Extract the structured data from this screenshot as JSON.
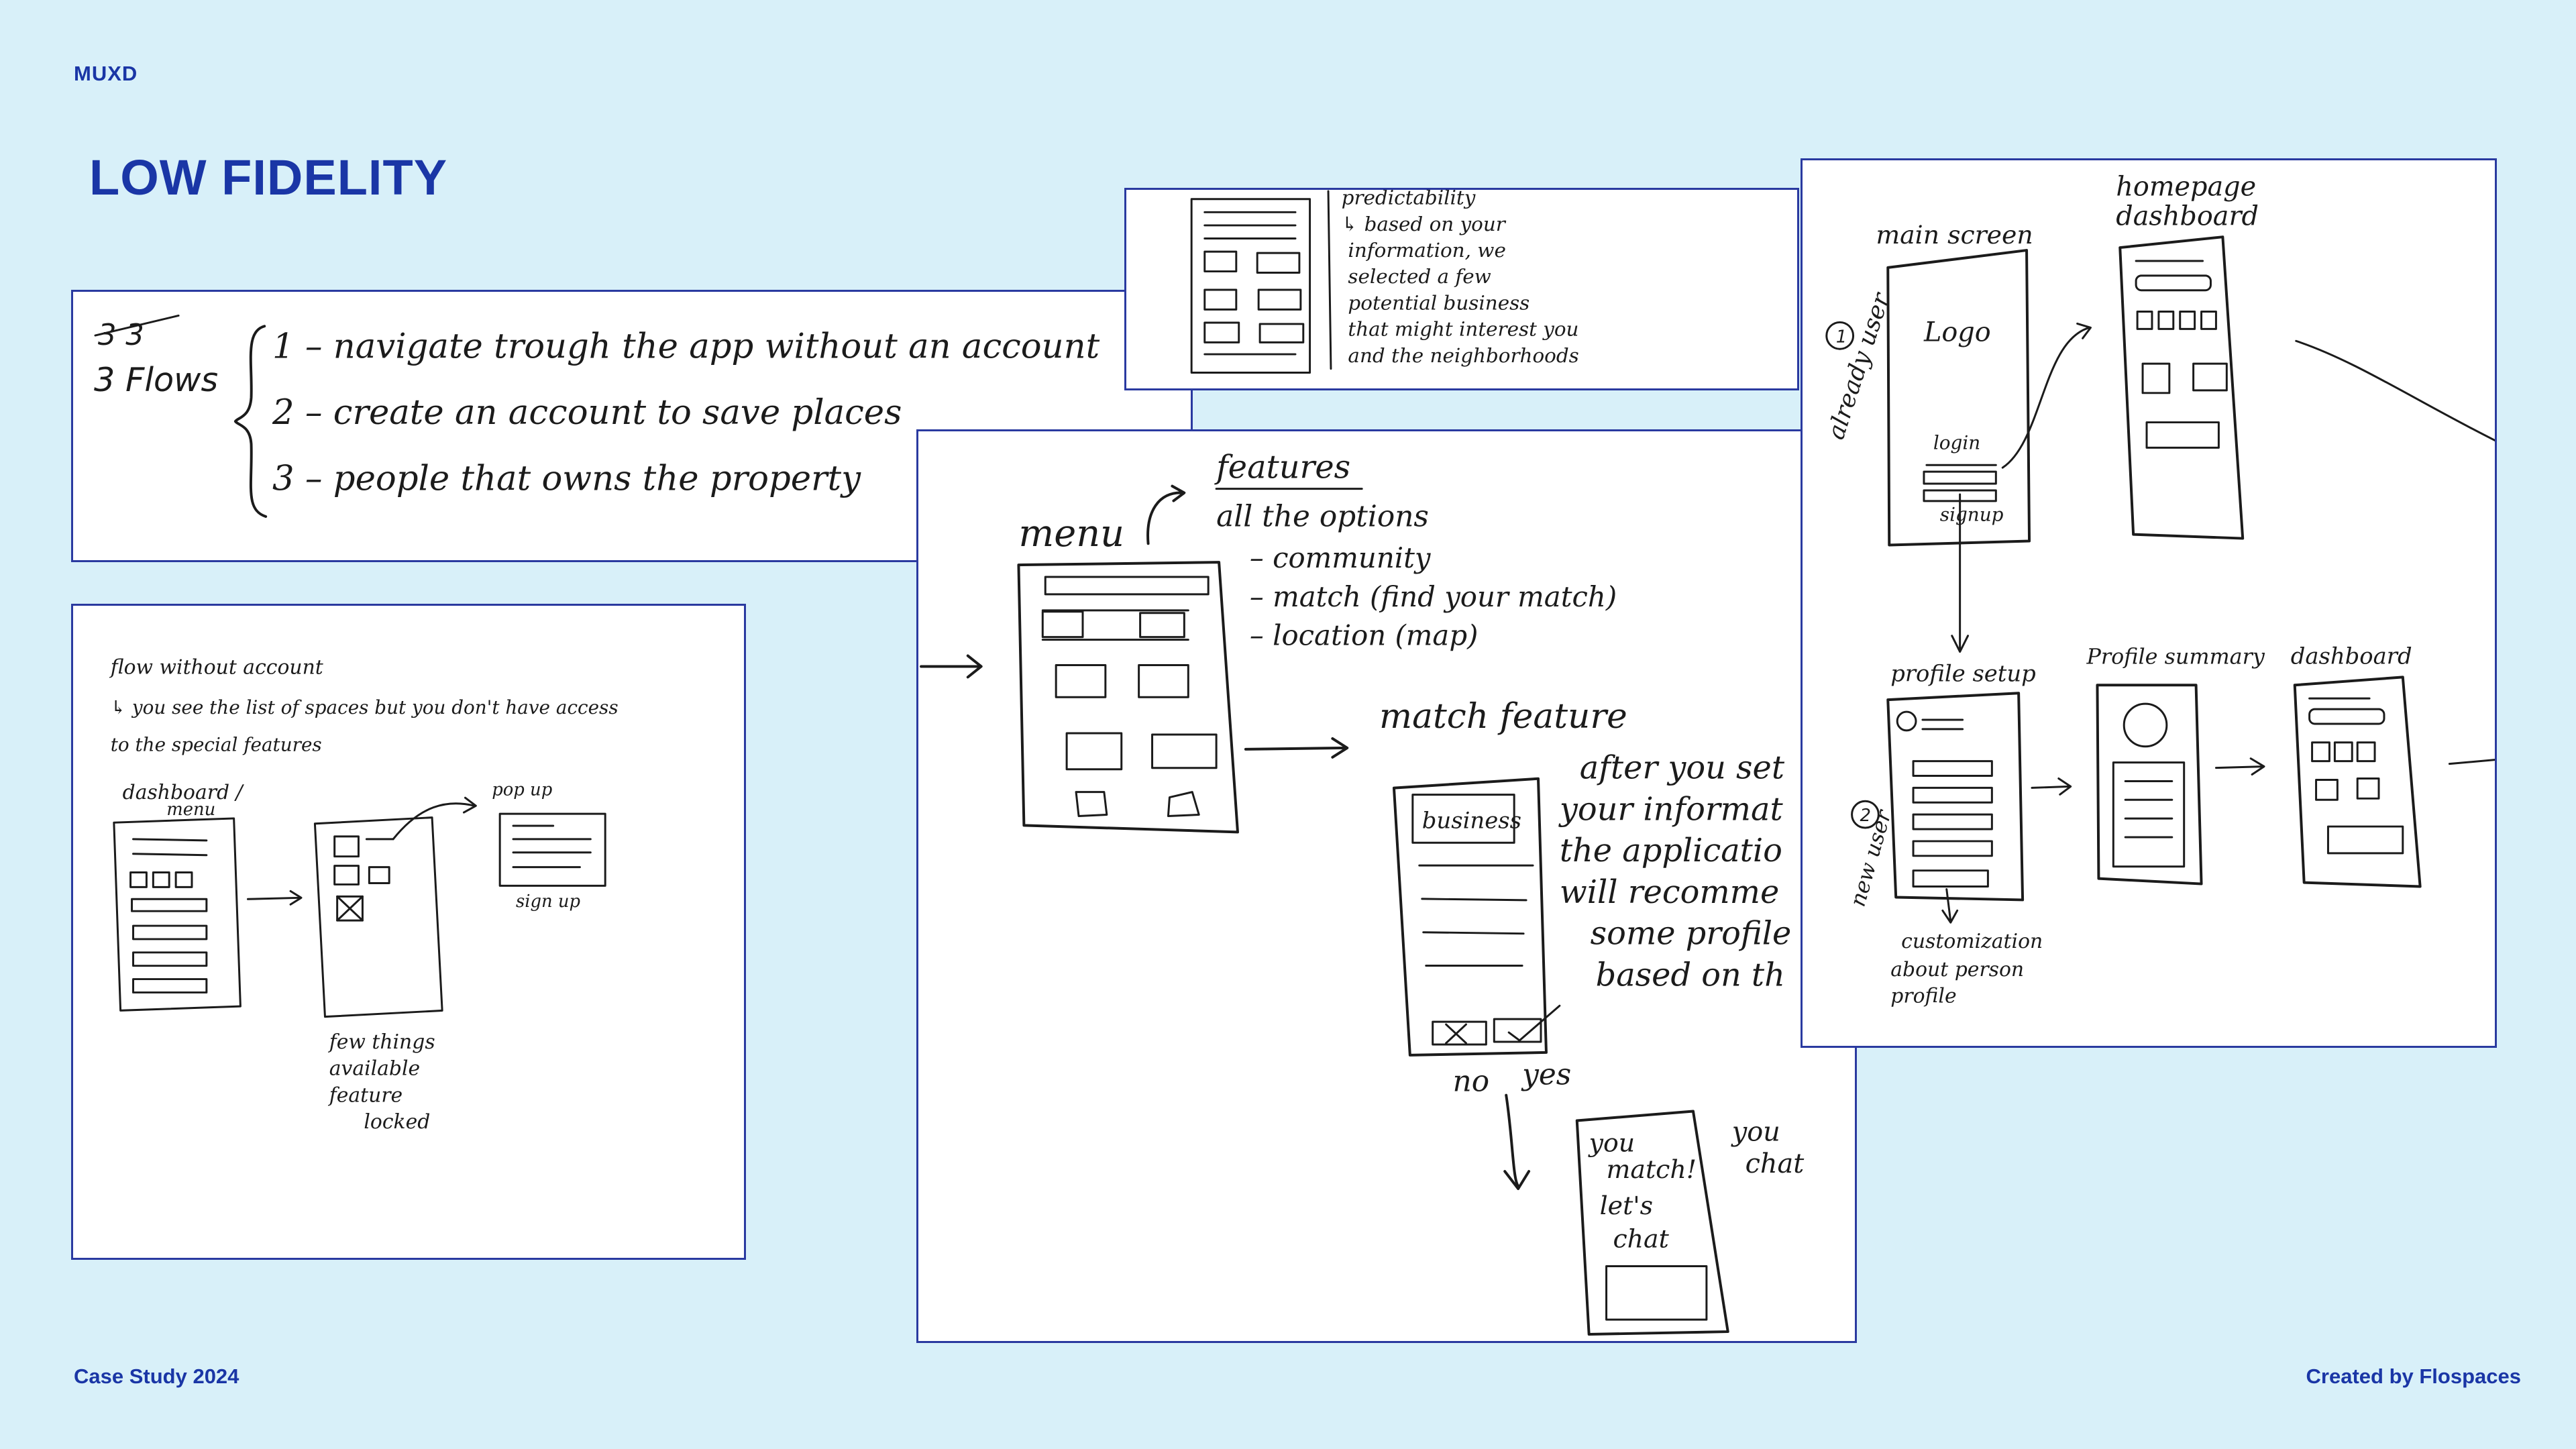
{
  "header": {
    "brand": "MUXD",
    "title": "LOW FIDELITY"
  },
  "footer": {
    "left": "Case Study 2024",
    "right": "Created by Flospaces"
  },
  "panel_flows": {
    "struck": "3 3",
    "label": "3 Flows",
    "item1": "1 – navigate trough the app without an account",
    "item2": "2 – create an account to save places",
    "item3": "3 – people that owns the property"
  },
  "panel_predict": {
    "lines": [
      "predictability",
      "↳ based on your",
      "information, we",
      "selected a few",
      "potential business",
      "that might interest you",
      "and the neighborhoods"
    ]
  },
  "panel_noaccount": {
    "line1": "flow without account",
    "line2": "↳ you see the list of spaces but you don't have access",
    "line3": "to the special features",
    "dash_label1": "dashboard /",
    "dash_label2": "menu",
    "popup": "pop up",
    "signup": "sign up",
    "note1": "few things",
    "note2": "available",
    "note3": "feature",
    "note4": "locked"
  },
  "panel_features": {
    "menu": "menu",
    "features": "features",
    "all_options": "all the options",
    "opt1": "– community",
    "opt2": "– match (find your match)",
    "opt3": "– location (map)",
    "match_feature": "match feature",
    "desc1": "after you set",
    "desc2": "your informat",
    "desc3": "the applicatio",
    "desc4": "will recomme",
    "desc5": "some profile",
    "desc6": "based on th",
    "business": "business",
    "no": "no",
    "yes": "yes",
    "you_match1": "you",
    "you_match2": "match!",
    "you_match3": "let's",
    "you_match4": "chat",
    "you_chat1": "you",
    "you_chat2": "chat"
  },
  "panel_screens": {
    "main_screen": "main screen",
    "homepage1": "homepage",
    "homepage2": "dashboard",
    "logo": "Logo",
    "login": "login",
    "signup": "signup",
    "already_user": "already user",
    "profile_setup": "profile setup",
    "profile_summary": "Profile summary",
    "dashboard": "dashboard",
    "new_user": "new user",
    "cust1": "customization",
    "cust2": "about person",
    "cust3": "profile",
    "num1": "1",
    "num2": "2"
  }
}
